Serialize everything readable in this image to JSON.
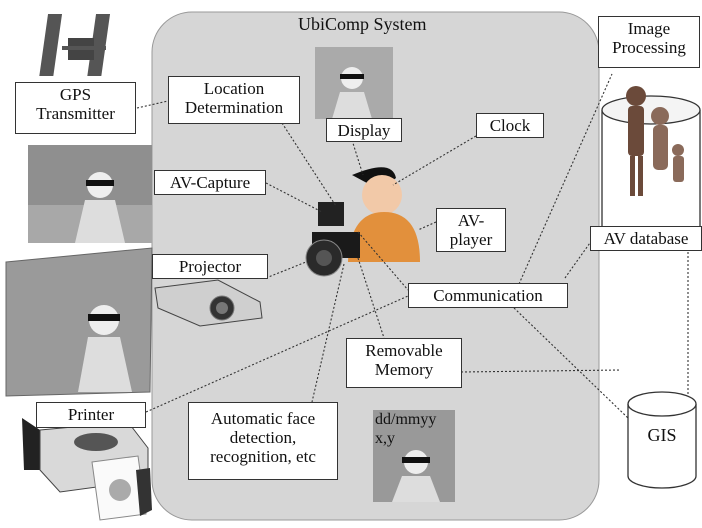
{
  "title": "UbiComp System",
  "labels": {
    "gps": "GPS\nTransmitter",
    "location": "Location\nDetermination",
    "display": "Display",
    "clock": "Clock",
    "av_capture": "AV-Capture",
    "av_player": "AV-\nplayer",
    "projector": "Projector",
    "communication": "Communication",
    "removable_memory": "Removable\nMemory",
    "printer": "Printer",
    "face_detection": "Automatic face\ndetection,\nrecognition, etc",
    "photo_stamp": "dd/mmyy\nx,y",
    "image_processing": "Image\nProcessing",
    "av_database": "AV database",
    "gis": "GIS"
  },
  "colors": {
    "system_fill": "#d6d6d6",
    "line": "#333333"
  }
}
